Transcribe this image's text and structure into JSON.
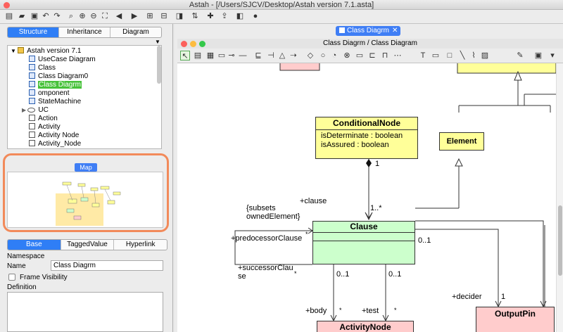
{
  "window": {
    "title": "Astah - [/Users/SJCV/Desktop/Astah version 7.1.asta]"
  },
  "left_tabs": [
    "Structure",
    "Inheritance",
    "Diagram"
  ],
  "tree": [
    {
      "label": "Astah version 7.1",
      "icon": "folder-icon"
    },
    {
      "label": "UseCase Diagram",
      "icon": "diagram-icon"
    },
    {
      "label": "Class",
      "icon": "diagram-icon"
    },
    {
      "label": "Class Diagram0",
      "icon": "diagram-icon"
    },
    {
      "label": "Class Diagrm",
      "icon": "diagram-icon",
      "selected": true
    },
    {
      "label": "omponent",
      "icon": "diagram-icon"
    },
    {
      "label": "StateMachine",
      "icon": "diagram-icon"
    },
    {
      "label": "UC",
      "icon": "usecase-icon"
    },
    {
      "label": "Action",
      "icon": "class-icon"
    },
    {
      "label": "Activity",
      "icon": "class-icon"
    },
    {
      "label": "Activity Node",
      "icon": "class-icon"
    },
    {
      "label": "Activity_Node",
      "icon": "class-icon"
    }
  ],
  "map": {
    "title": "Map"
  },
  "prop_tabs": [
    "Base",
    "TaggedValue",
    "Hyperlink"
  ],
  "props": {
    "namespace_label": "Namespace",
    "name_label": "Name",
    "name_value": "Class Diagrm",
    "frame_visibility": "Frame Visibility",
    "definition_label": "Definition"
  },
  "doc_tab": "Class Diagrm",
  "canvas_title": "Class Diagrm / Class Diagram",
  "diagram": {
    "conditional_node": {
      "title": "ConditionalNode",
      "attrs": [
        "isDeterminate : boolean",
        "isAssured : boolean"
      ]
    },
    "element": "Element",
    "clause": "Clause",
    "activity_node": "ActivityNode",
    "output_pin": "OutputPin",
    "labels": {
      "one": "1",
      "one_many": "1..*",
      "clause_role": "+clause",
      "subsets1": "{subsets",
      "subsets2": "ownedElement}",
      "predecessor": "+predocessorClause",
      "star": "*",
      "zero_one": "0..1",
      "successor1": "+successorClau",
      "successor2": "se",
      "body": "+body",
      "test": "+test",
      "decider": "+decider"
    }
  },
  "colors": {
    "yellow": "#ffff99",
    "green": "#ccffcc",
    "pink": "#ffcccc",
    "accent": "#3f7ef5",
    "map_highlight": "#f28a5a"
  }
}
